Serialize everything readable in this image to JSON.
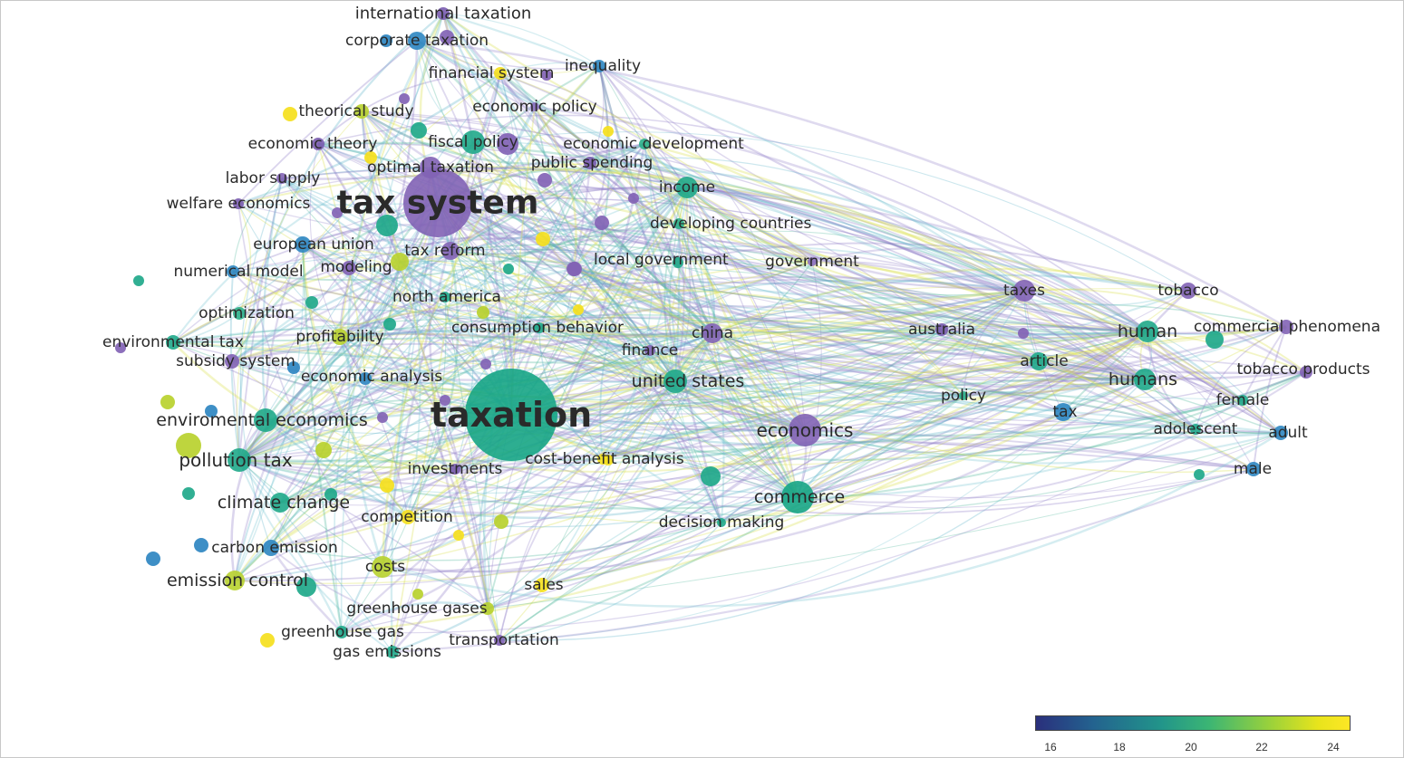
{
  "nodes": [
    {
      "id": "tax-system",
      "label": "tax system",
      "weight": 10,
      "color": "#8263b5"
    },
    {
      "id": "taxation",
      "label": "taxation",
      "weight": 10,
      "color": "#16a585"
    },
    {
      "id": "international-taxation",
      "label": "international taxation",
      "weight": 1,
      "color": "#7a5cb0"
    },
    {
      "id": "corporate-taxation",
      "label": "corporate taxation",
      "weight": 2,
      "color": "#2e86c1"
    },
    {
      "id": "financial-system",
      "label": "financial system",
      "weight": 1,
      "color": "#f5e01d"
    },
    {
      "id": "inequality",
      "label": "inequality",
      "weight": 1,
      "color": "#2e86c1"
    },
    {
      "id": "theorical-study",
      "label": "theorical study",
      "weight": 2,
      "color": "#b8d12e"
    },
    {
      "id": "economic-policy",
      "label": "economic policy",
      "weight": 1,
      "color": "#8b6fc0"
    },
    {
      "id": "economic-theory",
      "label": "economic theory",
      "weight": 1,
      "color": "#7a5cb0"
    },
    {
      "id": "fiscal-policy",
      "label": "fiscal policy",
      "weight": 3,
      "color": "#1fa88a"
    },
    {
      "id": "economic-development",
      "label": "economic development",
      "weight": 1,
      "color": "#2bb08a"
    },
    {
      "id": "optimal-taxation",
      "label": "optimal taxation",
      "weight": 3,
      "color": "#8263b5"
    },
    {
      "id": "public-spending",
      "label": "public spending",
      "weight": 1,
      "color": "#7a5cb0"
    },
    {
      "id": "labor-supply",
      "label": "labor supply",
      "weight": 1,
      "color": "#8263b5"
    },
    {
      "id": "income",
      "label": "income",
      "weight": 3,
      "color": "#1fa88a"
    },
    {
      "id": "welfare-economics",
      "label": "welfare economics",
      "weight": 1,
      "color": "#7a5cb0"
    },
    {
      "id": "developing-countries",
      "label": "developing countries",
      "weight": 1,
      "color": "#2bb08a"
    },
    {
      "id": "european-union",
      "label": "european union",
      "weight": 2,
      "color": "#2e86c1"
    },
    {
      "id": "tax-reform",
      "label": "tax reform",
      "weight": 2,
      "color": "#8263b5"
    },
    {
      "id": "local-government",
      "label": "local government",
      "weight": 2,
      "color": "#8263b5"
    },
    {
      "id": "government",
      "label": "government",
      "weight": 1,
      "color": "#8b6fc0"
    },
    {
      "id": "numerical-model",
      "label": "numerical model",
      "weight": 1,
      "color": "#2e86c1"
    },
    {
      "id": "modeling",
      "label": "modeling",
      "weight": 2,
      "color": "#b8d12e"
    },
    {
      "id": "north-america",
      "label": "north america",
      "weight": 1,
      "color": "#1fa88a"
    },
    {
      "id": "taxes",
      "label": "taxes",
      "weight": 3,
      "color": "#8263b5"
    },
    {
      "id": "tobacco",
      "label": "tobacco",
      "weight": 2,
      "color": "#8263b5"
    },
    {
      "id": "optimization",
      "label": "optimization",
      "weight": 1,
      "color": "#2bb08a"
    },
    {
      "id": "consumption-behavior",
      "label": "consumption behavior",
      "weight": 1,
      "color": "#1fa88a"
    },
    {
      "id": "human",
      "label": "human",
      "weight": 3,
      "color": "#1fa88a"
    },
    {
      "id": "commercial-phenomena",
      "label": "commercial phenomena",
      "weight": 2,
      "color": "#8263b5"
    },
    {
      "id": "australia",
      "label": "australia",
      "weight": 1,
      "color": "#7a5cb0"
    },
    {
      "id": "china",
      "label": "china",
      "weight": 3,
      "color": "#8263b5"
    },
    {
      "id": "environmental-tax",
      "label": "environmental tax",
      "weight": 2,
      "color": "#1fa88a"
    },
    {
      "id": "profitability",
      "label": "profitability",
      "weight": 2,
      "color": "#b8d12e"
    },
    {
      "id": "finance",
      "label": "finance",
      "weight": 1,
      "color": "#8263b5"
    },
    {
      "id": "subsidy-system",
      "label": "subsidy system",
      "weight": 2,
      "color": "#8263b5"
    },
    {
      "id": "article",
      "label": "article",
      "weight": 2,
      "color": "#1fa88a"
    },
    {
      "id": "tobacco-products",
      "label": "tobacco products",
      "weight": 1,
      "color": "#8263b5"
    },
    {
      "id": "economic-analysis",
      "label": "economic analysis",
      "weight": 1,
      "color": "#2e86c1"
    },
    {
      "id": "united-states",
      "label": "united states",
      "weight": 4,
      "color": "#1fa88a"
    },
    {
      "id": "humans",
      "label": "humans",
      "weight": 3,
      "color": "#1fa88a"
    },
    {
      "id": "policy",
      "label": "policy",
      "weight": 1,
      "color": "#2bb08a"
    },
    {
      "id": "female",
      "label": "female",
      "weight": 1,
      "color": "#1fa88a"
    },
    {
      "id": "tax",
      "label": "tax",
      "weight": 2,
      "color": "#2e86c1"
    },
    {
      "id": "enviromental-economics",
      "label": "enviromental economics",
      "weight": 3,
      "color": "#1fa88a"
    },
    {
      "id": "economics",
      "label": "economics",
      "weight": 5,
      "color": "#8263b5"
    },
    {
      "id": "adolescent",
      "label": "adolescent",
      "weight": 1,
      "color": "#1fa88a"
    },
    {
      "id": "adult",
      "label": "adult",
      "weight": 1,
      "color": "#2e86c1"
    },
    {
      "id": "pollution-tax",
      "label": "pollution tax",
      "weight": 4,
      "color": "#1fa88a"
    },
    {
      "id": "cost-benefit-analysis",
      "label": "cost-benefit analysis",
      "weight": 1,
      "color": "#f5e01d"
    },
    {
      "id": "investments",
      "label": "investments",
      "weight": 1,
      "color": "#7a5cb0"
    },
    {
      "id": "male",
      "label": "male",
      "weight": 1,
      "color": "#2e86c1"
    },
    {
      "id": "commerce",
      "label": "commerce",
      "weight": 5,
      "color": "#16a585"
    },
    {
      "id": "climate-change",
      "label": "climate change",
      "weight": 3,
      "color": "#1fa88a"
    },
    {
      "id": "competition",
      "label": "competition",
      "weight": 1,
      "color": "#f5e01d"
    },
    {
      "id": "decision-making",
      "label": "decision making",
      "weight": 1,
      "color": "#1fa88a"
    },
    {
      "id": "carbon-emission",
      "label": "carbon emission",
      "weight": 2,
      "color": "#2e86c1"
    },
    {
      "id": "costs",
      "label": "costs",
      "weight": 3,
      "color": "#b8d12e"
    },
    {
      "id": "emission-control",
      "label": "emission control",
      "weight": 3,
      "color": "#b8d12e"
    },
    {
      "id": "sales",
      "label": "sales",
      "weight": 2,
      "color": "#f5e01d"
    },
    {
      "id": "greenhouse-gases",
      "label": "greenhouse gases",
      "weight": 2,
      "color": "#b8d12e"
    },
    {
      "id": "greenhouse-gas",
      "label": "greenhouse gas",
      "weight": 1,
      "color": "#1fa88a"
    },
    {
      "id": "transportation",
      "label": "transportation",
      "weight": 1,
      "color": "#8263b5"
    },
    {
      "id": "gas-emissions",
      "label": "gas emissions",
      "weight": 1,
      "color": "#1fa88a"
    }
  ],
  "extra_dot_colors": [
    "#f5e01d",
    "#b8d12e",
    "#1fa88a",
    "#8263b5",
    "#2e86c1",
    "#2bb08a"
  ],
  "legend": {
    "min": 15.5,
    "max": 24.6,
    "ticks": [
      "16",
      "18",
      "20",
      "22",
      "24"
    ],
    "tick_values": [
      16,
      18,
      20,
      22,
      24
    ]
  }
}
